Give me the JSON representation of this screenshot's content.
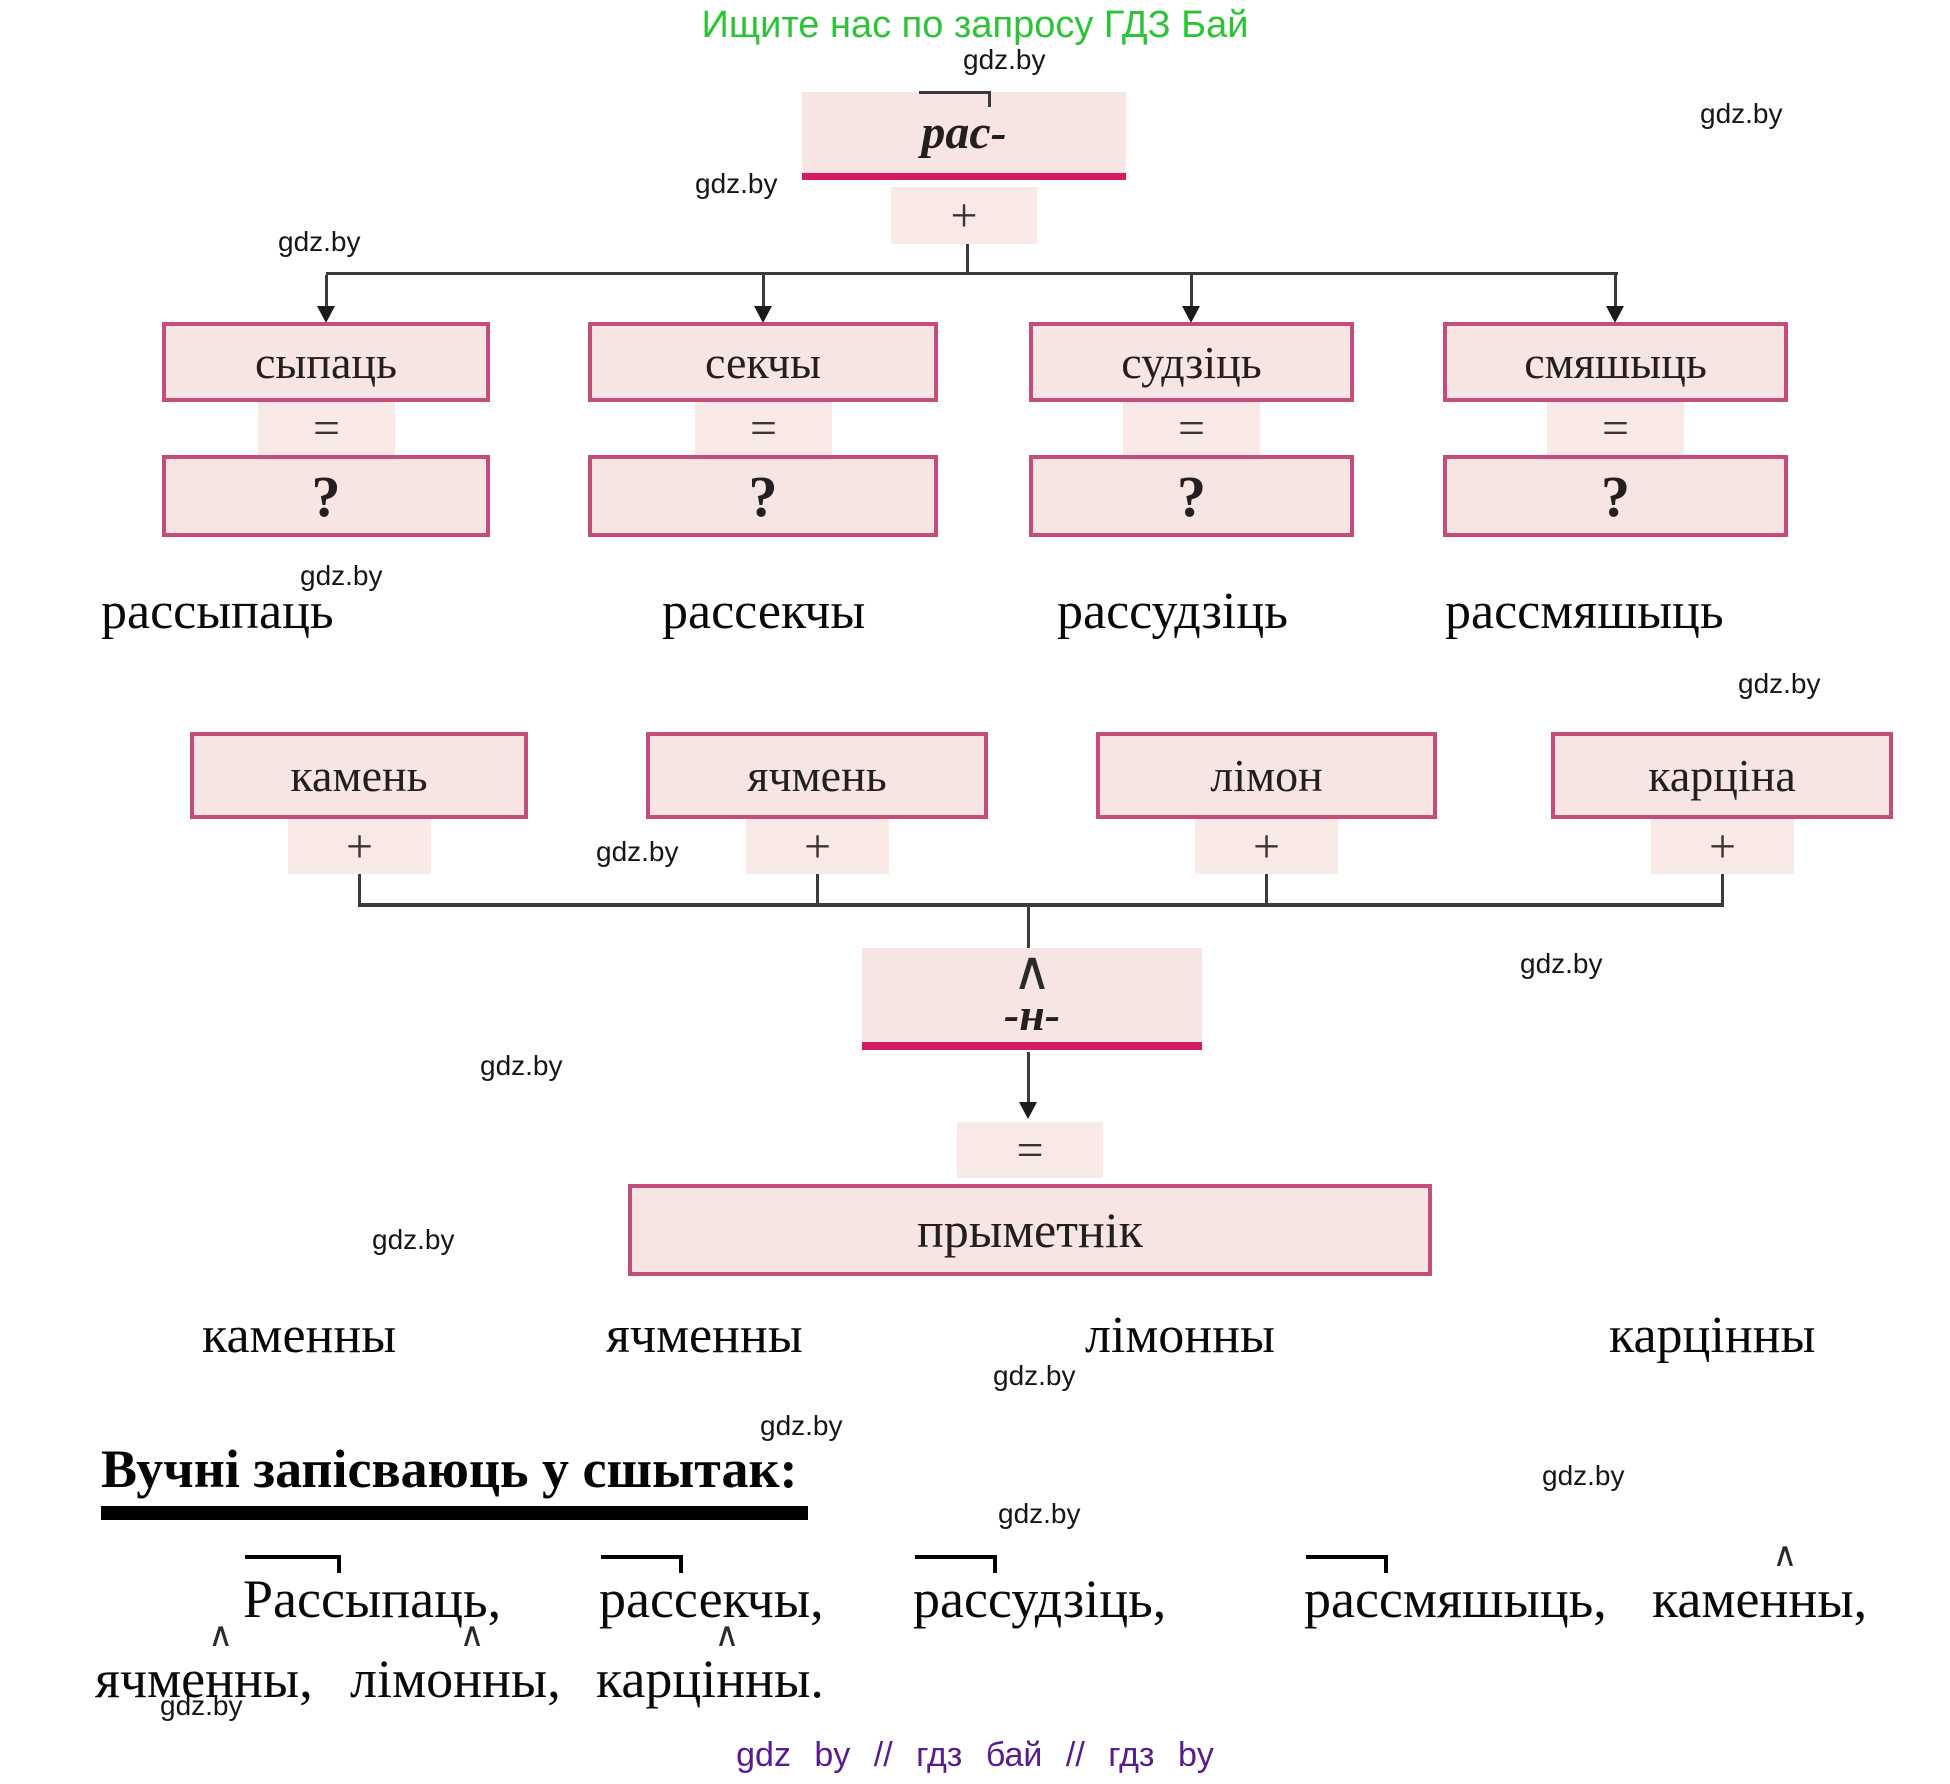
{
  "branding": {
    "top_banner": "Ищите нас по запросу ГДЗ Бай",
    "watermark": "gdz.by",
    "footer": "gdz by  //  гдз бай  //  гдз by",
    "accent_green": "#2cc437",
    "accent_purple": "#5a1b8e",
    "box_fill": "#f6e5e3",
    "box_border": "#c44d7b",
    "crimson_line": "#d41a60"
  },
  "symbols": {
    "plus": "+",
    "equals": "=",
    "question": "?"
  },
  "prefix_diagram": {
    "prefix": "рас-",
    "columns": [
      {
        "word": "сыпаць",
        "result": "рассыпаць"
      },
      {
        "word": "секчы",
        "result": "рассекчы"
      },
      {
        "word": "судзіць",
        "result": "рассудзіць"
      },
      {
        "word": "смяшыць",
        "result": "рассмяшыць"
      }
    ]
  },
  "suffix_diagram": {
    "suffix": "-н-",
    "part_of_speech": "прыметнік",
    "columns": [
      {
        "word": "камень",
        "result": "каменны"
      },
      {
        "word": "ячмень",
        "result": "ячменны"
      },
      {
        "word": "лімон",
        "result": "лімонны"
      },
      {
        "word": "карціна",
        "result": "карцінны"
      }
    ]
  },
  "exercise": {
    "heading": "Вучні запісваюць у сшытак:",
    "line1": [
      "Рассыпаць,",
      "рассекчы,",
      "рассудзіць,",
      "рассмяшыць,",
      "каменны,"
    ],
    "line2": [
      "ячменны,",
      "лімонны,",
      "карцінны."
    ]
  }
}
